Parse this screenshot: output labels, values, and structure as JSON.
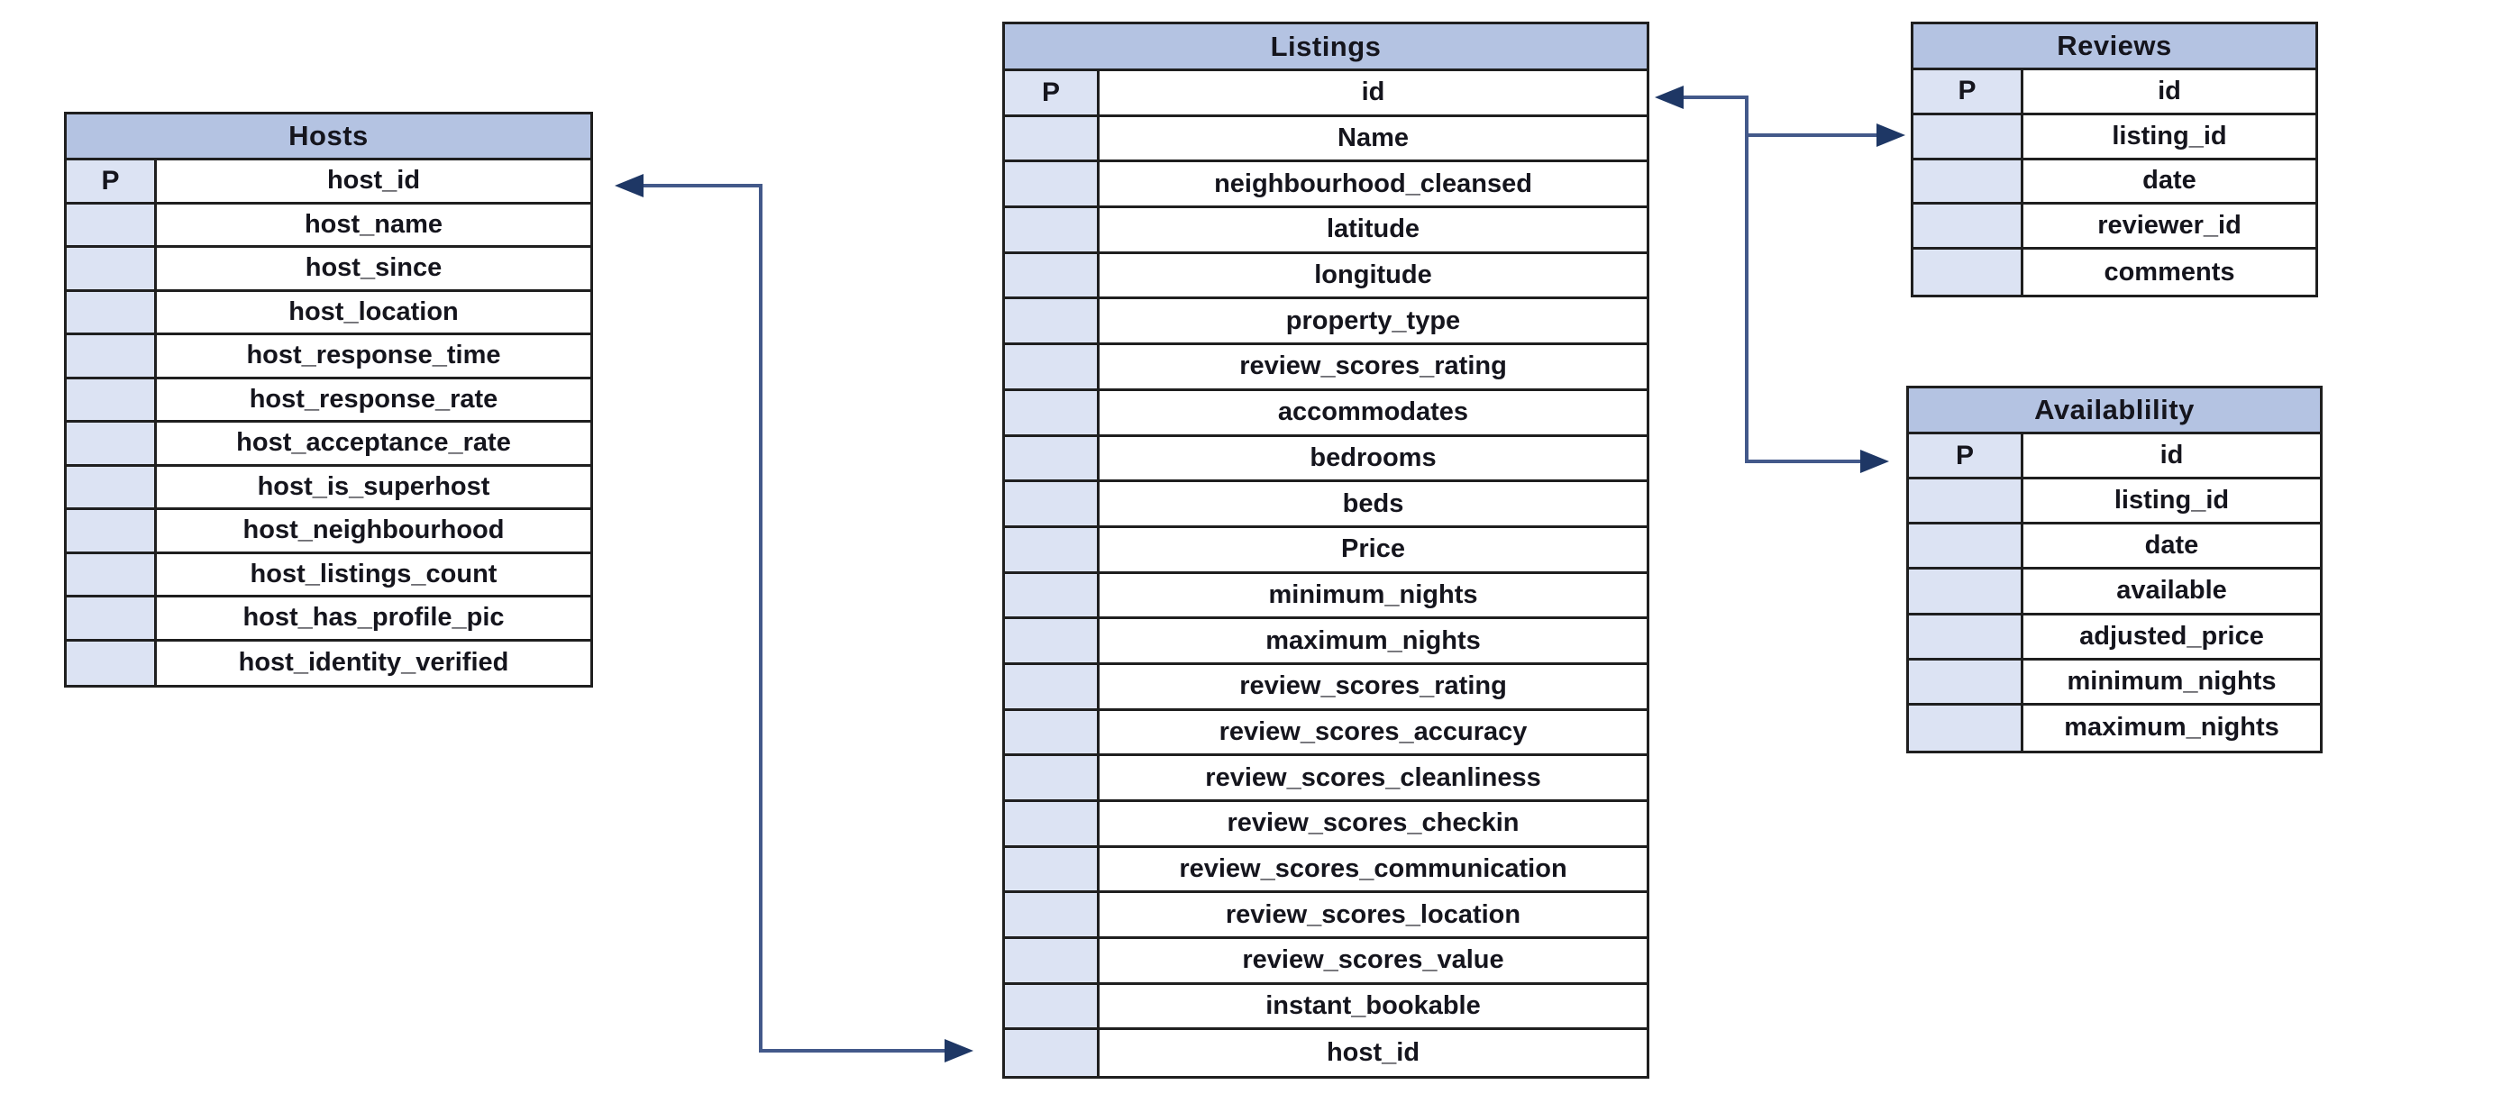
{
  "diagram_type": "entity-relationship-schema",
  "colors": {
    "header_bg": "#b4c3e2",
    "key_cell_bg": "#dce3f3",
    "table_bg": "#ffffff",
    "border": "#1f1f1f",
    "text": "#15151d",
    "arrow_line": "#43598a",
    "arrow_head": "#1e3765",
    "canvas_bg": "#ffffff"
  },
  "primary_key_marker": "P",
  "tables": [
    {
      "id": "hosts",
      "title": "Hosts",
      "rows": [
        {
          "key": "P",
          "field": "host_id"
        },
        {
          "key": "",
          "field": "host_name"
        },
        {
          "key": "",
          "field": "host_since"
        },
        {
          "key": "",
          "field": "host_location"
        },
        {
          "key": "",
          "field": "host_response_time"
        },
        {
          "key": "",
          "field": "host_response_rate"
        },
        {
          "key": "",
          "field": "host_acceptance_rate"
        },
        {
          "key": "",
          "field": "host_is_superhost"
        },
        {
          "key": "",
          "field": "host_neighbourhood"
        },
        {
          "key": "",
          "field": "host_listings_count"
        },
        {
          "key": "",
          "field": "host_has_profile_pic"
        },
        {
          "key": "",
          "field": "host_identity_verified"
        }
      ]
    },
    {
      "id": "listings",
      "title": "Listings",
      "rows": [
        {
          "key": "P",
          "field": "id"
        },
        {
          "key": "",
          "field": "Name"
        },
        {
          "key": "",
          "field": "neighbourhood_cleansed"
        },
        {
          "key": "",
          "field": "latitude"
        },
        {
          "key": "",
          "field": "longitude"
        },
        {
          "key": "",
          "field": "property_type"
        },
        {
          "key": "",
          "field": "review_scores_rating"
        },
        {
          "key": "",
          "field": "accommodates"
        },
        {
          "key": "",
          "field": "bedrooms"
        },
        {
          "key": "",
          "field": "beds"
        },
        {
          "key": "",
          "field": "Price"
        },
        {
          "key": "",
          "field": "minimum_nights"
        },
        {
          "key": "",
          "field": "maximum_nights"
        },
        {
          "key": "",
          "field": "review_scores_rating"
        },
        {
          "key": "",
          "field": "review_scores_accuracy"
        },
        {
          "key": "",
          "field": "review_scores_cleanliness"
        },
        {
          "key": "",
          "field": "review_scores_checkin"
        },
        {
          "key": "",
          "field": "review_scores_communication"
        },
        {
          "key": "",
          "field": "review_scores_location"
        },
        {
          "key": "",
          "field": "review_scores_value"
        },
        {
          "key": "",
          "field": "instant_bookable"
        },
        {
          "key": "",
          "field": "host_id"
        }
      ]
    },
    {
      "id": "reviews",
      "title": "Reviews",
      "rows": [
        {
          "key": "P",
          "field": "id"
        },
        {
          "key": "",
          "field": "listing_id"
        },
        {
          "key": "",
          "field": "date"
        },
        {
          "key": "",
          "field": "reviewer_id"
        },
        {
          "key": "",
          "field": "comments"
        }
      ]
    },
    {
      "id": "availability",
      "title": "Availablility",
      "rows": [
        {
          "key": "P",
          "field": "id"
        },
        {
          "key": "",
          "field": "listing_id"
        },
        {
          "key": "",
          "field": "date"
        },
        {
          "key": "",
          "field": "available"
        },
        {
          "key": "",
          "field": "adjusted_price"
        },
        {
          "key": "",
          "field": "minimum_nights"
        },
        {
          "key": "",
          "field": "maximum_nights"
        }
      ]
    }
  ],
  "relationships": [
    {
      "name": "hosts-listings",
      "endpoints": [
        "Hosts.host_id",
        "Listings.host_id"
      ],
      "arrowheads": "both-ends"
    },
    {
      "name": "listings-reviews",
      "endpoints": [
        "Listings.id",
        "Reviews.listing_id"
      ],
      "arrowheads": "both-ends"
    },
    {
      "name": "listings-availability",
      "endpoints": [
        "Listings.id",
        "Availablility.id"
      ],
      "arrowheads": "both-ends"
    }
  ]
}
